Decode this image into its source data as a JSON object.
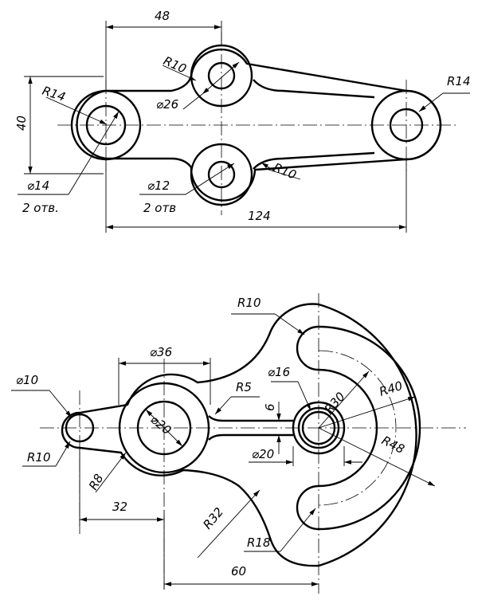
{
  "upper_part": {
    "dim_48": "48",
    "dim_R10_top": "R10",
    "dim_R14_left": "R14",
    "dim_R14_right": "R14",
    "dim_phi26": "⌀26",
    "dim_40": "40",
    "dim_R10_bottom": "R10",
    "dim_phi14": "⌀14",
    "dim_phi14_note": "2 отв.",
    "dim_phi12": "⌀12",
    "dim_phi12_note": "2 отв",
    "dim_124": "124"
  },
  "lower_part": {
    "dim_R10_top": "R10",
    "dim_phi36": "⌀36",
    "dim_phi10": "⌀10",
    "dim_phi16": "⌀16",
    "dim_R30": "R30",
    "dim_R40": "R40",
    "dim_R5": "R5",
    "dim_6": "6",
    "dim_phi20_left": "⌀20",
    "dim_phi20_right": "⌀20",
    "dim_R48": "R48",
    "dim_R10_left": "R10",
    "dim_R8": "R8",
    "dim_32": "32",
    "dim_R32": "R32",
    "dim_R18": "R18",
    "dim_60": "60"
  }
}
